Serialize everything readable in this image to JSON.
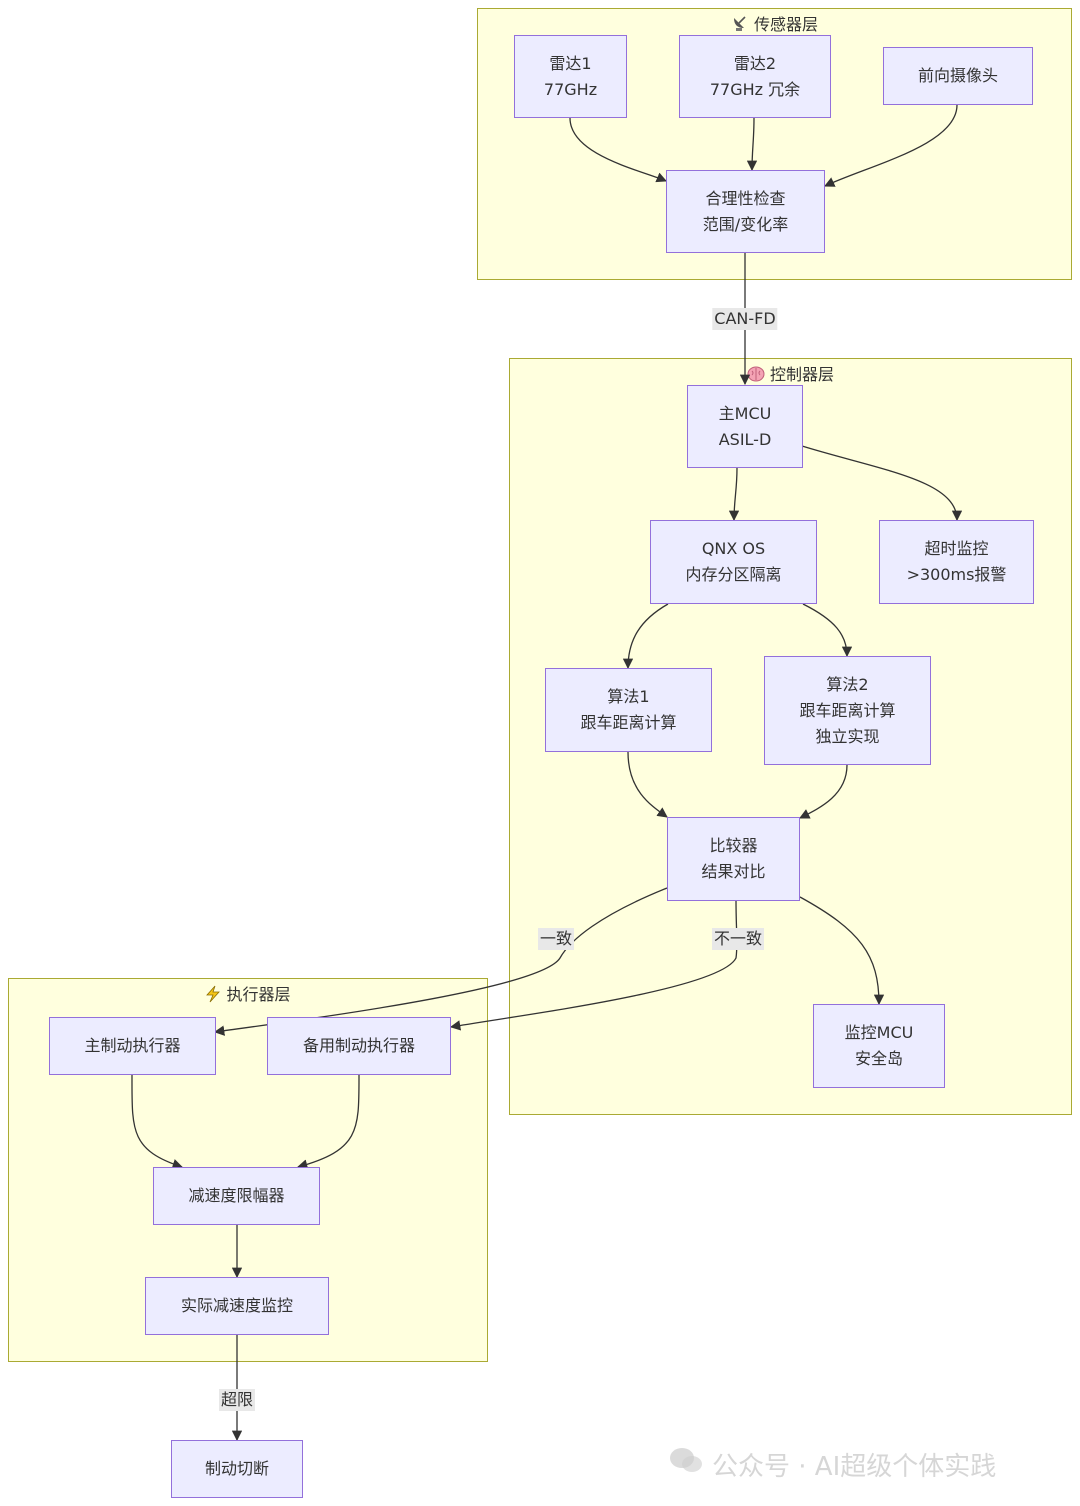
{
  "clusters": {
    "sensor": {
      "icon": "satellite-dish-icon",
      "title": "传感器层"
    },
    "controller": {
      "icon": "brain-icon",
      "title": "控制器层"
    },
    "actuator": {
      "icon": "lightning-icon",
      "title": "执行器层"
    }
  },
  "nodes": {
    "radar1": {
      "lines": [
        "雷达1",
        "77GHz"
      ]
    },
    "radar2": {
      "lines": [
        "雷达2",
        "77GHz 冗余"
      ]
    },
    "camera": {
      "lines": [
        "前向摄像头"
      ]
    },
    "plausibility": {
      "lines": [
        "合理性检查",
        "范围/变化率"
      ]
    },
    "main_mcu": {
      "lines": [
        "主MCU",
        "ASIL-D"
      ]
    },
    "qnx": {
      "lines": [
        "QNX OS",
        "内存分区隔离"
      ]
    },
    "timeout": {
      "lines": [
        "超时监控",
        ">300ms报警"
      ]
    },
    "algo1": {
      "lines": [
        "算法1",
        "跟车距离计算"
      ]
    },
    "algo2": {
      "lines": [
        "算法2",
        "跟车距离计算",
        "独立实现"
      ]
    },
    "comparator": {
      "lines": [
        "比较器",
        "结果对比"
      ]
    },
    "monitor_mcu": {
      "lines": [
        "监控MCU",
        "安全岛"
      ]
    },
    "main_brake": {
      "lines": [
        "主制动执行器"
      ]
    },
    "backup_brake": {
      "lines": [
        "备用制动执行器"
      ]
    },
    "decel_limiter": {
      "lines": [
        "减速度限幅器"
      ]
    },
    "decel_monitor": {
      "lines": [
        "实际减速度监控"
      ]
    },
    "brake_cutoff": {
      "lines": [
        "制动切断"
      ]
    }
  },
  "edge_labels": {
    "canfd": "CAN-FD",
    "consistent": "一致",
    "inconsistent": "不一致",
    "overlimit": "超限"
  },
  "watermark": {
    "text": "公众号 · AI超级个体实践",
    "icon": "wechat-icon"
  },
  "colors": {
    "cluster_fill": "#ffffde",
    "cluster_border": "#aaaa33",
    "node_fill": "#ececff",
    "node_border": "#9370db",
    "edge": "#333333",
    "label_bg": "#e8e8e8"
  }
}
